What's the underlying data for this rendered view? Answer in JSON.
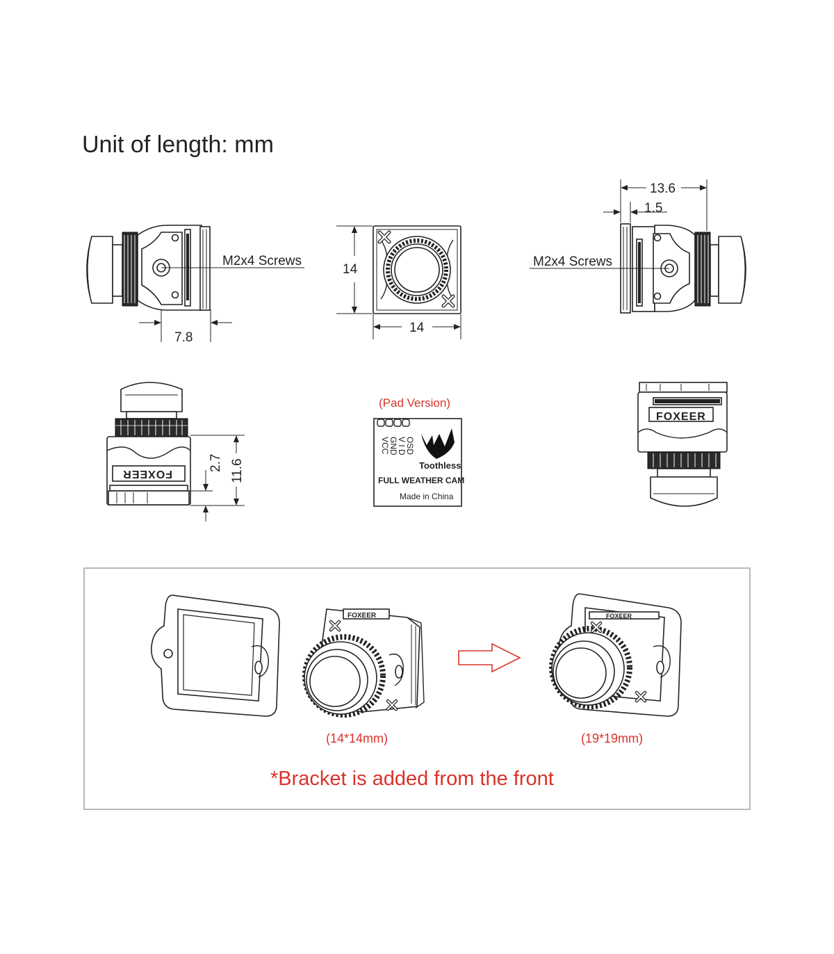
{
  "title": "Unit of length: mm",
  "colors": {
    "accent_red": "#d8332a",
    "line": "#222222",
    "frame": "#b8b8b8"
  },
  "side_left": {
    "label": "M2x4 Screws",
    "dimension": "7.8"
  },
  "front": {
    "height": "14",
    "width": "14"
  },
  "side_right": {
    "label": "M2x4 Screws",
    "dim_total": "13.6",
    "dim_small": "1.5"
  },
  "bottom_left": {
    "dim_small": "2.7",
    "dim_total": "11.6",
    "brand": "FOXEER"
  },
  "pad": {
    "caption": "(Pad Version)",
    "pins": [
      "OSD",
      "V I D",
      "GND",
      "VCC"
    ],
    "brand": "Toothless",
    "line1": "FULL WEATHER CAM",
    "line2": "Made in China"
  },
  "bottom_right": {
    "brand": "FOXEER"
  },
  "bracket": {
    "camera_caption": "(14*14mm)",
    "bracket_caption": "(19*19mm)",
    "note": "*Bracket is added from the front",
    "camera_brand": "FOXEER",
    "icons": [
      "arrow-right-icon"
    ]
  }
}
